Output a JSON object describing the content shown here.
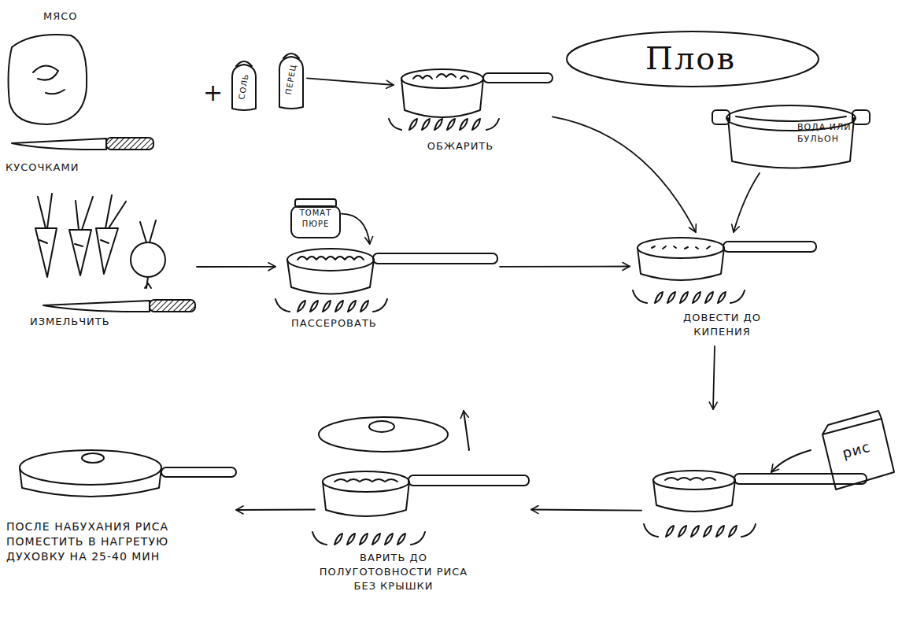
{
  "diagram": {
    "title": "Плов",
    "nodes": [
      {
        "text": [
          "МЯСО",
          "КУСОЧКАМИ"
        ]
      },
      {
        "text": [
          "СОЛЬ"
        ]
      },
      {
        "text": [
          "ПЕРЕЦ"
        ]
      },
      {
        "text": [
          "ОБЖАРИТЬ"
        ]
      },
      {
        "text": [
          "ВОДА ИЛИ БУЛЬОН"
        ]
      },
      {
        "text": [
          "ИЗМЕЛЬЧИТЬ"
        ]
      },
      {
        "text": [
          "ТОМАТ ПЮРЕ"
        ]
      },
      {
        "text": [
          "ПАССЕРОВАТЬ"
        ]
      },
      {
        "text": [
          "ДОВЕСТИ ДО КИПЕНИЯ"
        ]
      },
      {
        "text": [
          "рис"
        ]
      },
      {
        "text": [
          "ВАРИТЬ ДО ПОЛУГОТОВНОСТИ РИСА БЕЗ КРЫШКИ"
        ]
      },
      {
        "text": [
          "ПОСЛЕ НАБУХАНИЯ РИСА ПОМЕСТИТЬ В НАГРЕТУЮ ДУХОВКУ НА 25-40 МИН"
        ]
      }
    ],
    "edges": [
      {
        "from": 2,
        "to": 3,
        "arrow": "to"
      },
      {
        "from": 3,
        "to": 8,
        "arrow": "to"
      },
      {
        "from": 4,
        "to": 8,
        "arrow": "to"
      },
      {
        "from": 5,
        "to": 7,
        "arrow": "to"
      },
      {
        "from": 6,
        "to": 7,
        "arrow": "to"
      },
      {
        "from": 7,
        "to": 8,
        "arrow": "to"
      },
      {
        "from": 8,
        "to": 9,
        "arrow": "to"
      },
      {
        "from": 9,
        "to": 10,
        "arrow": "to"
      },
      {
        "from": 10,
        "to": 11,
        "arrow": "to"
      }
    ],
    "labels": [
      "+"
    ]
  }
}
